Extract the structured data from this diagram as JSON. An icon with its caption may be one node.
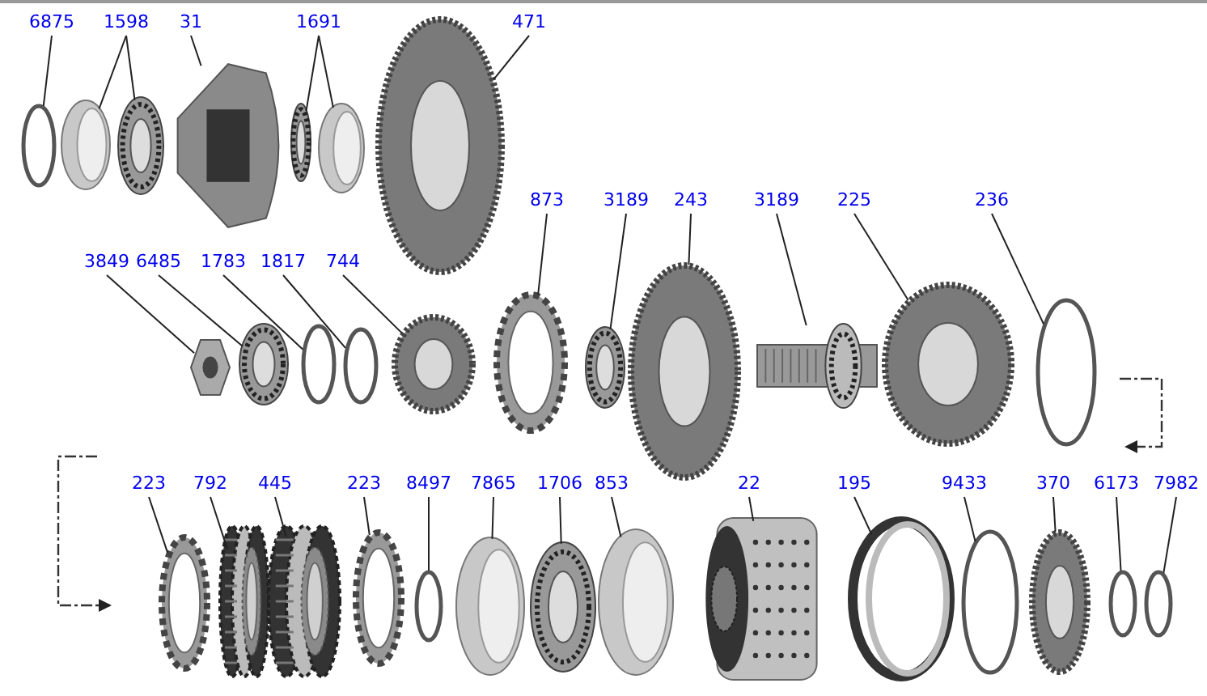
{
  "diagram": {
    "nodes": [
      {
        "text": [
          "6875"
        ]
      },
      {
        "text": [
          "1598"
        ]
      },
      {
        "text": [
          "31"
        ]
      },
      {
        "text": [
          "1691"
        ]
      },
      {
        "text": [
          "471"
        ]
      },
      {
        "text": [
          "3849"
        ]
      },
      {
        "text": [
          "6485"
        ]
      },
      {
        "text": [
          "1783"
        ]
      },
      {
        "text": [
          "1817"
        ]
      },
      {
        "text": [
          "744"
        ]
      },
      {
        "text": [
          "873"
        ]
      },
      {
        "text": [
          "3189"
        ]
      },
      {
        "text": [
          "243"
        ]
      },
      {
        "text": [
          "3189"
        ]
      },
      {
        "text": [
          "225"
        ]
      },
      {
        "text": [
          "236"
        ]
      },
      {
        "text": [
          "223"
        ]
      },
      {
        "text": [
          "792"
        ]
      },
      {
        "text": [
          "445"
        ]
      },
      {
        "text": [
          "223"
        ]
      },
      {
        "text": [
          "8497"
        ]
      },
      {
        "text": [
          "7865"
        ]
      },
      {
        "text": [
          "1706"
        ]
      },
      {
        "text": [
          "853"
        ]
      },
      {
        "text": [
          "22"
        ]
      },
      {
        "text": [
          "195"
        ]
      },
      {
        "text": [
          "9433"
        ]
      },
      {
        "text": [
          "370"
        ]
      },
      {
        "text": [
          "6173"
        ]
      },
      {
        "text": [
          "7982"
        ]
      },
      {
        "text": [],
        "shape": "circle"
      },
      {
        "text": [],
        "shape": "picture"
      },
      {
        "text": [],
        "shape": "picture"
      },
      {
        "text": [],
        "shape": "picture"
      },
      {
        "text": [],
        "shape": "picture"
      },
      {
        "text": [],
        "shape": "picture"
      },
      {
        "text": [],
        "shape": "picture"
      },
      {
        "text": [],
        "shape": "picture"
      },
      {
        "text": [],
        "shape": "picture"
      },
      {
        "text": [],
        "shape": "circle"
      },
      {
        "text": [],
        "shape": "circle"
      },
      {
        "text": [],
        "shape": "picture"
      },
      {
        "text": [],
        "shape": "picture"
      },
      {
        "text": [],
        "shape": "picture"
      },
      {
        "text": [],
        "shape": "picture"
      },
      {
        "text": [],
        "shape": "picture"
      },
      {
        "text": [],
        "shape": "picture"
      },
      {
        "text": [],
        "shape": "circle"
      },
      {
        "text": [],
        "shape": "picture"
      },
      {
        "text": [],
        "shape": "picture"
      },
      {
        "text": [],
        "shape": "picture"
      },
      {
        "text": [],
        "shape": "picture"
      },
      {
        "text": [],
        "shape": "circle"
      },
      {
        "text": [],
        "shape": "picture"
      },
      {
        "text": [],
        "shape": "picture"
      },
      {
        "text": [],
        "shape": "picture"
      },
      {
        "text": [],
        "shape": "picture"
      },
      {
        "text": [],
        "shape": "picture"
      },
      {
        "text": [],
        "shape": "circle"
      },
      {
        "text": [],
        "shape": "picture"
      },
      {
        "text": [],
        "shape": "circle"
      },
      {
        "text": [],
        "shape": "circle"
      }
    ],
    "edges": [
      {
        "from": 0,
        "to": 30,
        "arrow": "none"
      },
      {
        "from": 1,
        "to": 31,
        "arrow": "none"
      },
      {
        "from": 1,
        "to": 32,
        "arrow": "none"
      },
      {
        "from": 2,
        "to": 33,
        "arrow": "none"
      },
      {
        "from": 3,
        "to": 34,
        "arrow": "none"
      },
      {
        "from": 3,
        "to": 35,
        "arrow": "none"
      },
      {
        "from": 4,
        "to": 36,
        "arrow": "none"
      },
      {
        "from": 5,
        "to": 37,
        "arrow": "none"
      },
      {
        "from": 6,
        "to": 38,
        "arrow": "none"
      },
      {
        "from": 7,
        "to": 39,
        "arrow": "none"
      },
      {
        "from": 8,
        "to": 40,
        "arrow": "none"
      },
      {
        "from": 9,
        "to": 41,
        "arrow": "none"
      },
      {
        "from": 10,
        "to": 42,
        "arrow": "none"
      },
      {
        "from": 11,
        "to": 43,
        "arrow": "none"
      },
      {
        "from": 12,
        "to": 44,
        "arrow": "none"
      },
      {
        "from": 13,
        "to": 45,
        "arrow": "none"
      },
      {
        "from": 14,
        "to": 46,
        "arrow": "none"
      },
      {
        "from": 15,
        "to": 47,
        "arrow": "none"
      },
      {
        "from": 16,
        "to": 48,
        "arrow": "none"
      },
      {
        "from": 17,
        "to": 49,
        "arrow": "none"
      },
      {
        "from": 18,
        "to": 50,
        "arrow": "none"
      },
      {
        "from": 19,
        "to": 51,
        "arrow": "none"
      },
      {
        "from": 20,
        "to": 52,
        "arrow": "none"
      },
      {
        "from": 21,
        "to": 53,
        "arrow": "none"
      },
      {
        "from": 22,
        "to": 54,
        "arrow": "none"
      },
      {
        "from": 23,
        "to": 55,
        "arrow": "none"
      },
      {
        "from": 24,
        "to": 56,
        "arrow": "none"
      },
      {
        "from": 25,
        "to": 57,
        "arrow": "none"
      },
      {
        "from": 26,
        "to": 58,
        "arrow": "none"
      },
      {
        "from": 27,
        "to": 59,
        "arrow": "none"
      },
      {
        "from": 28,
        "to": 60,
        "arrow": "none"
      },
      {
        "from": 29,
        "to": 61,
        "arrow": "none"
      }
    ]
  }
}
